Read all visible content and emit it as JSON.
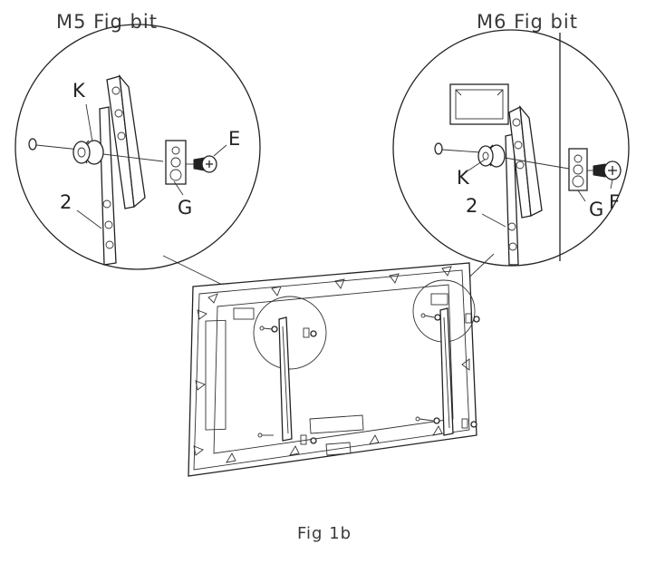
{
  "captions": {
    "left_title": "M5  Fig bit",
    "right_title": "M6  Fig bit",
    "figure": "Fig 1b"
  },
  "left_detail": {
    "label_spacer": "K",
    "label_bracket": "2",
    "label_screw": "E",
    "label_washer": "G"
  },
  "right_detail": {
    "label_spacer": "K",
    "label_bracket": "2",
    "label_screw": "F",
    "label_washer": "G"
  }
}
